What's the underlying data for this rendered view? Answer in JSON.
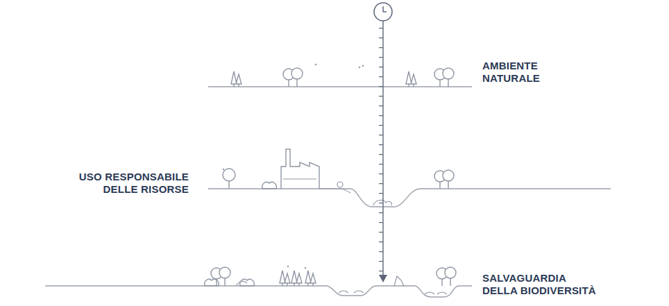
{
  "diagram": {
    "labels": [
      "AMBIENTE NATURALE",
      "USO RESPONSABILE DELLE RISORSE",
      "SALVAGUARDIA DELLA BIODIVERSITÀ"
    ]
  }
}
